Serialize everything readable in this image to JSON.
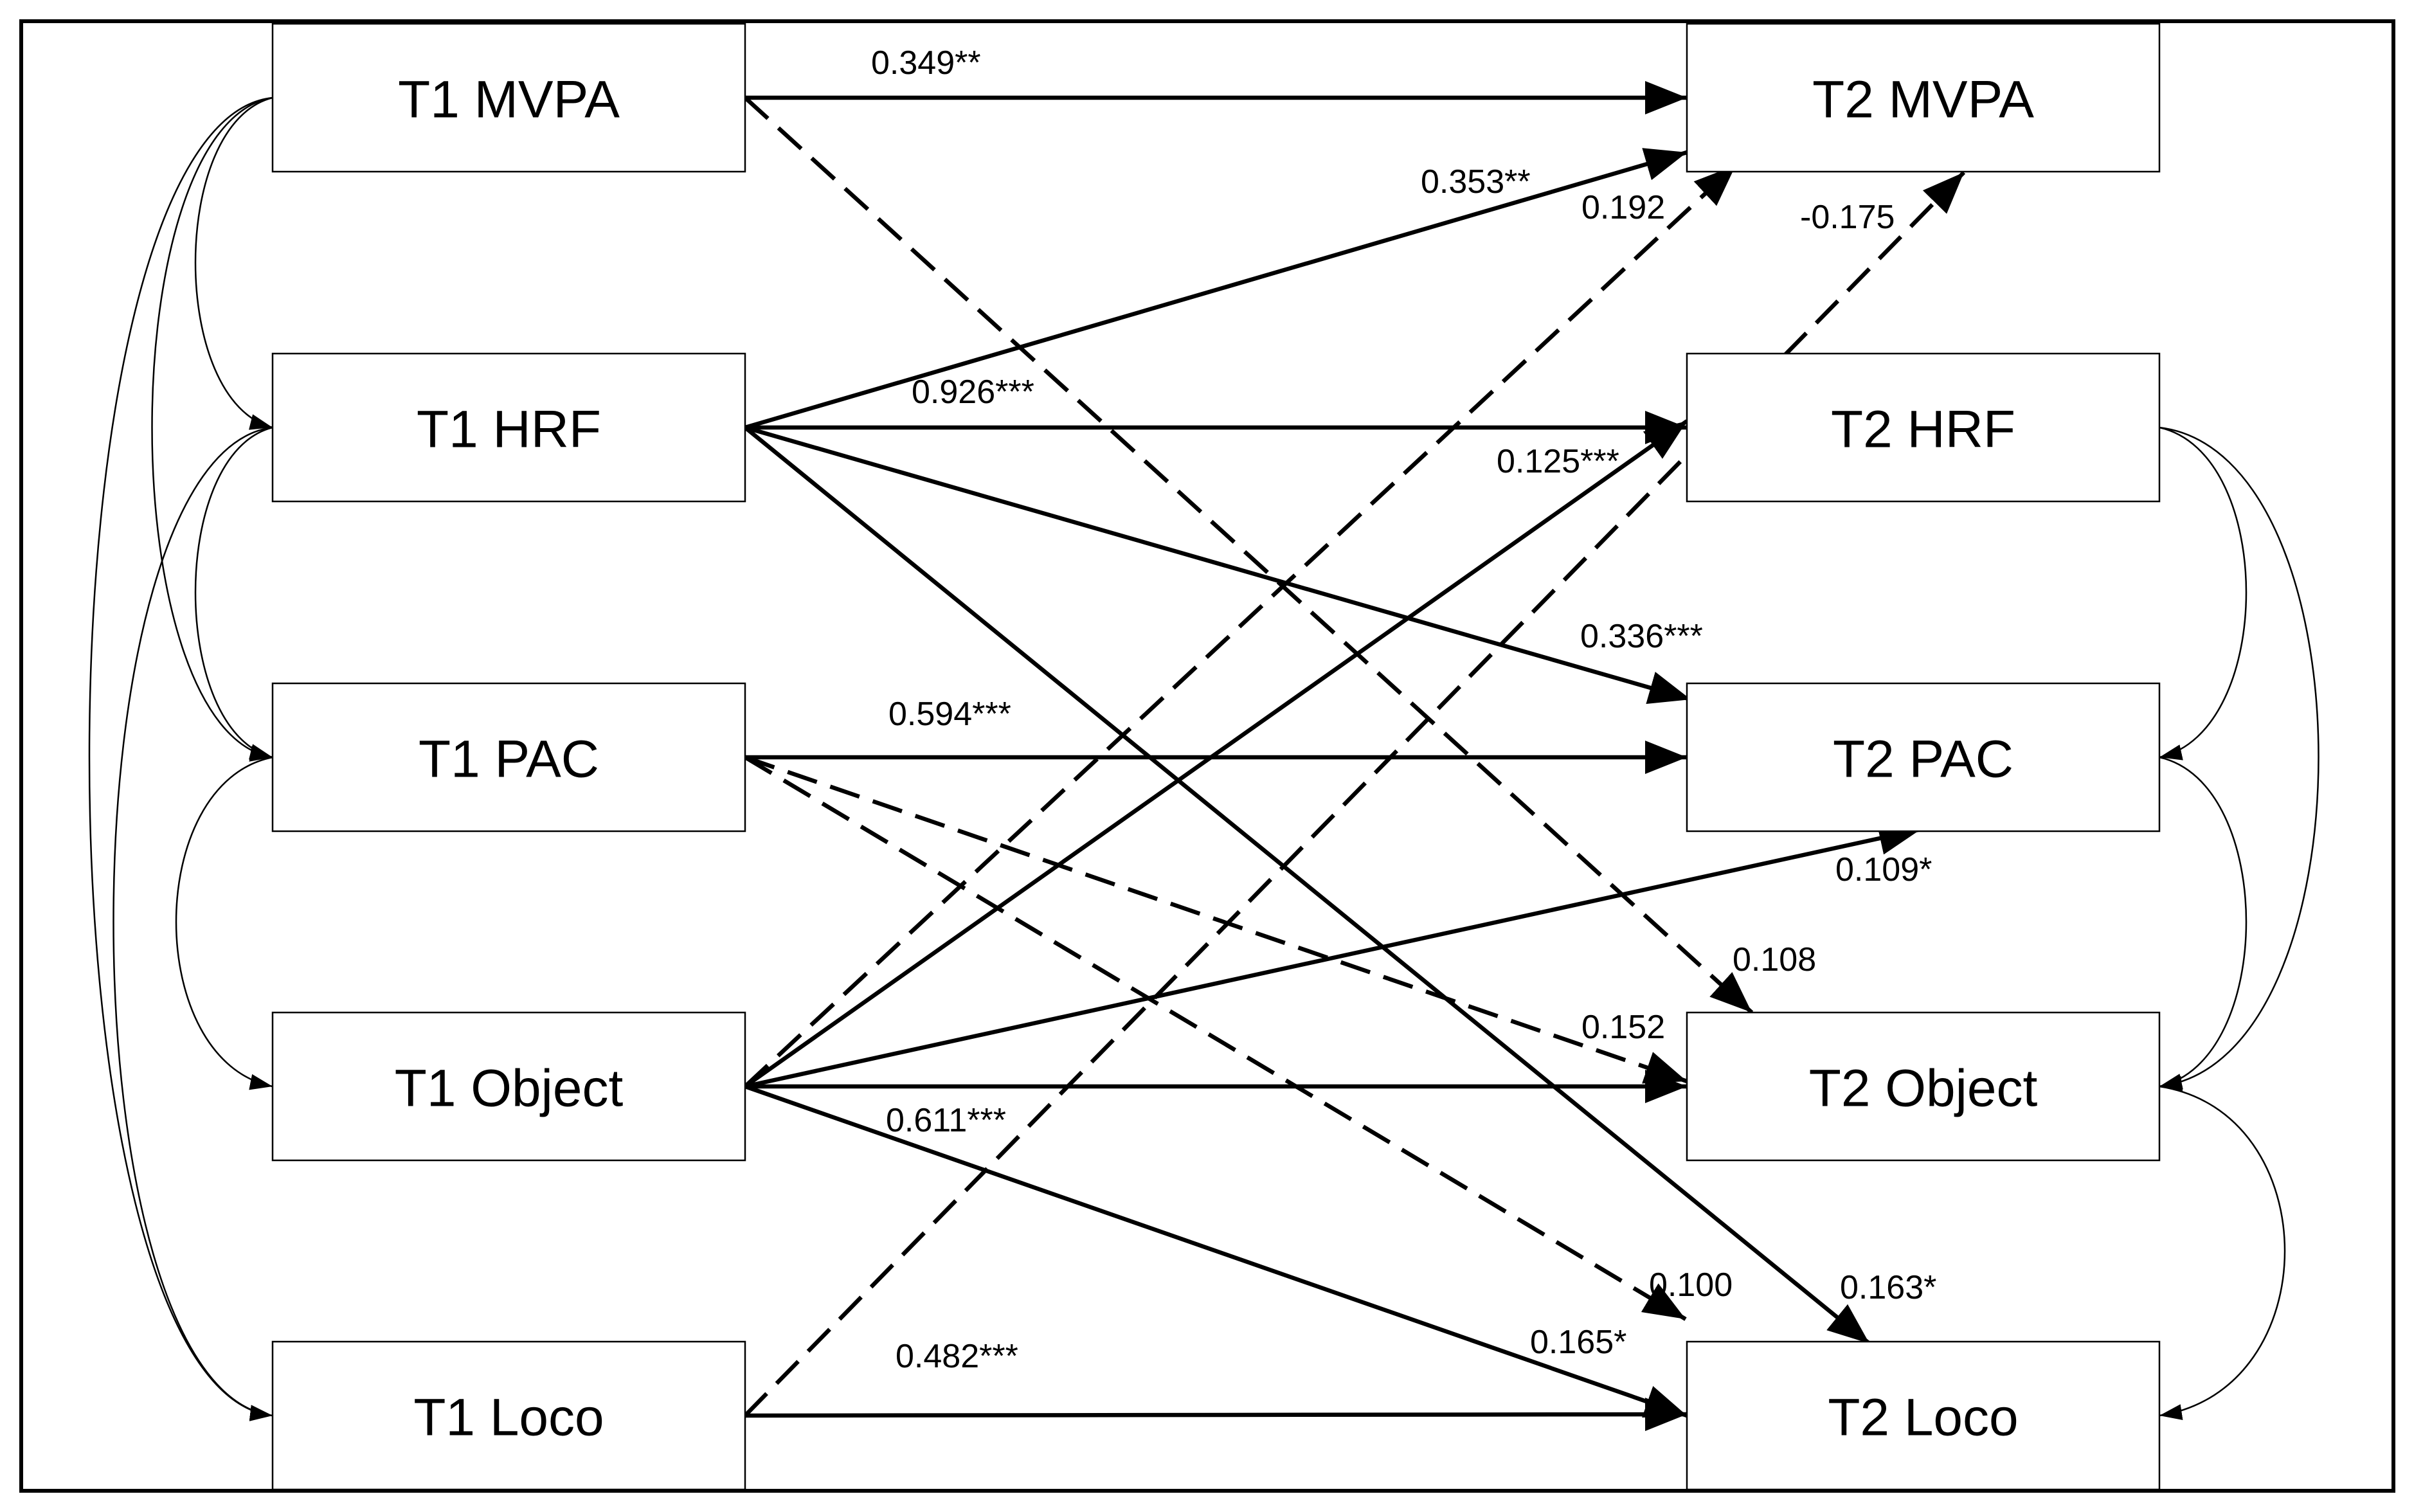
{
  "nodes": [
    {
      "id": "t1_mvpa",
      "label": "T1 MVPA"
    },
    {
      "id": "t1_hrf",
      "label": "T1 HRF"
    },
    {
      "id": "t1_pac",
      "label": "T1 PAC"
    },
    {
      "id": "t1_object",
      "label": "T1 Object"
    },
    {
      "id": "t1_loco",
      "label": "T1 Loco"
    },
    {
      "id": "t2_mvpa",
      "label": "T2 MVPA"
    },
    {
      "id": "t2_hrf",
      "label": "T2 HRF"
    },
    {
      "id": "t2_pac",
      "label": "T2 PAC"
    },
    {
      "id": "t2_object",
      "label": "T2 Object"
    },
    {
      "id": "t2_loco",
      "label": "T2 Loco"
    }
  ],
  "paths": [
    {
      "from": "t1_mvpa",
      "to": "t2_mvpa",
      "coef": "0.349**",
      "style": "solid"
    },
    {
      "from": "t1_mvpa",
      "to": "t2_object",
      "coef": "0.108",
      "style": "dashed"
    },
    {
      "from": "t1_hrf",
      "to": "t2_mvpa",
      "coef": "0.353**",
      "style": "solid"
    },
    {
      "from": "t1_hrf",
      "to": "t2_hrf",
      "coef": "0.926***",
      "style": "solid"
    },
    {
      "from": "t1_hrf",
      "to": "t2_pac",
      "coef": "0.336***",
      "style": "solid"
    },
    {
      "from": "t1_hrf",
      "to": "t2_loco",
      "coef": "0.163*",
      "style": "solid"
    },
    {
      "from": "t1_pac",
      "to": "t2_pac",
      "coef": "0.594***",
      "style": "solid"
    },
    {
      "from": "t1_pac",
      "to": "t2_object",
      "coef": "0.152",
      "style": "dashed"
    },
    {
      "from": "t1_pac",
      "to": "t2_loco",
      "coef": "0.100",
      "style": "dashed"
    },
    {
      "from": "t1_object",
      "to": "t2_mvpa",
      "coef": "0.192",
      "style": "dashed"
    },
    {
      "from": "t1_object",
      "to": "t2_hrf",
      "coef": "0.125***",
      "style": "solid"
    },
    {
      "from": "t1_object",
      "to": "t2_pac",
      "coef": "0.109*",
      "style": "solid"
    },
    {
      "from": "t1_object",
      "to": "t2_object",
      "coef": "0.611***",
      "style": "solid"
    },
    {
      "from": "t1_object",
      "to": "t2_loco",
      "coef": "0.165*",
      "style": "solid"
    },
    {
      "from": "t1_loco",
      "to": "t2_mvpa",
      "coef": "-0.175",
      "style": "dashed"
    },
    {
      "from": "t1_loco",
      "to": "t2_loco",
      "coef": "0.482***",
      "style": "solid"
    }
  ],
  "covariances_t1": [
    {
      "from": "t1_mvpa",
      "to": "t1_hrf"
    },
    {
      "from": "t1_mvpa",
      "to": "t1_pac"
    },
    {
      "from": "t1_hrf",
      "to": "t1_pac"
    },
    {
      "from": "t1_hrf",
      "to": "t1_loco"
    },
    {
      "from": "t1_pac",
      "to": "t1_object"
    },
    {
      "from": "t1_mvpa",
      "to": "t1_loco"
    }
  ],
  "covariances_t2": [
    {
      "from": "t2_hrf",
      "to": "t2_pac"
    },
    {
      "from": "t2_hrf",
      "to": "t2_object"
    },
    {
      "from": "t2_pac",
      "to": "t2_object"
    },
    {
      "from": "t2_object",
      "to": "t2_loco"
    }
  ],
  "colors": {
    "stroke": "#000000",
    "background": "#ffffff"
  }
}
